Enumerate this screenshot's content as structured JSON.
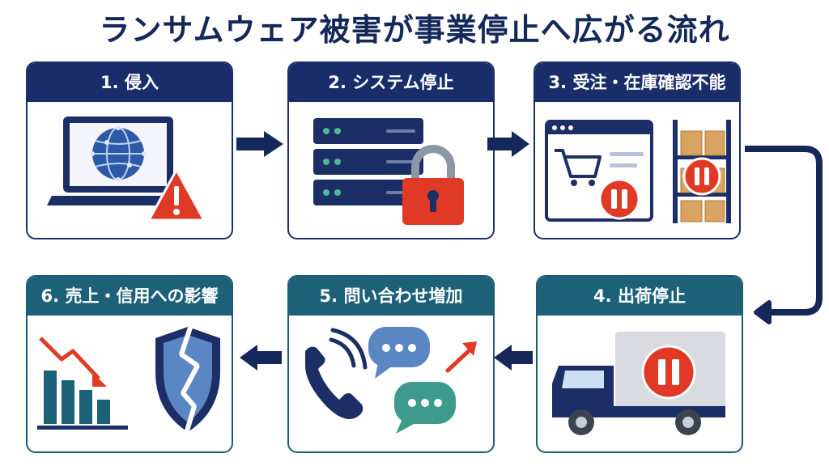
{
  "title": "ランサムウェア被害が事業停止へ広がる流れ",
  "steps": [
    {
      "label": "1. 侵入",
      "icon": "laptop-globe-warning-icon"
    },
    {
      "label": "2. システム停止",
      "icon": "server-lock-icon"
    },
    {
      "label": "3. 受注・在庫確認不能",
      "icon": "order-inventory-stop-icon"
    },
    {
      "label": "4. 出荷停止",
      "icon": "truck-stop-icon"
    },
    {
      "label": "5. 問い合わせ増加",
      "icon": "phone-chat-increase-icon"
    },
    {
      "label": "6. 売上・信用への影響",
      "icon": "sales-decline-broken-shield-icon"
    }
  ],
  "colors": {
    "navy": "#182d6a",
    "teal": "#1c6177",
    "alert_red": "#e03a26",
    "title": "#14285a"
  }
}
